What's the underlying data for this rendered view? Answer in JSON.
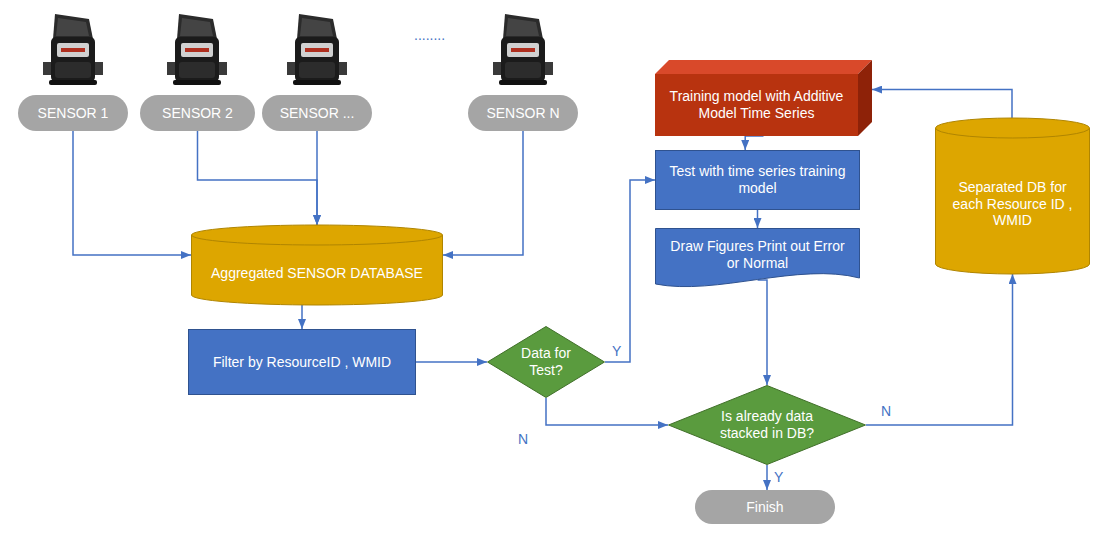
{
  "diagram": {
    "nodes": [
      {
        "text": [
          "SENSOR 1"
        ]
      },
      {
        "text": [
          "SENSOR 2"
        ]
      },
      {
        "text": [
          "SENSOR ..."
        ]
      },
      {
        "text": [
          "SENSOR N"
        ]
      },
      {
        "text": [
          "Aggregated SENSOR DATABASE"
        ]
      },
      {
        "text": [
          "Filter by ResourceID , WMID"
        ]
      },
      {
        "text": [
          "Data for Test?"
        ]
      },
      {
        "text": [
          "Training model with Additive Model Time Series"
        ]
      },
      {
        "text": [
          "Test with time series training model"
        ]
      },
      {
        "text": [
          "Draw Figures Print out Error or Normal"
        ]
      },
      {
        "text": [
          "Is already data stacked in DB?"
        ]
      },
      {
        "text": [
          "Finish"
        ]
      },
      {
        "text": [
          "Separated DB for each Resource ID , WMID"
        ]
      }
    ],
    "edges": [
      {
        "from": 0,
        "to": 4,
        "arrow": "to"
      },
      {
        "from": 1,
        "to": 4,
        "arrow": "to"
      },
      {
        "from": 2,
        "to": 4,
        "arrow": "to"
      },
      {
        "from": 3,
        "to": 4,
        "arrow": "to"
      },
      {
        "from": 4,
        "to": 5,
        "arrow": "to"
      },
      {
        "from": 5,
        "to": 6,
        "arrow": "to"
      },
      {
        "from": 6,
        "to": 8,
        "label": "Y",
        "arrow": "to"
      },
      {
        "from": 6,
        "to": 10,
        "label": "N",
        "arrow": "to"
      },
      {
        "from": 7,
        "to": 8,
        "arrow": "to"
      },
      {
        "from": 8,
        "to": 9,
        "arrow": "to"
      },
      {
        "from": 9,
        "to": 10,
        "arrow": "to"
      },
      {
        "from": 10,
        "to": 11,
        "label": "Y",
        "arrow": "to"
      },
      {
        "from": 10,
        "to": 12,
        "label": "N",
        "arrow": "to"
      },
      {
        "from": 12,
        "to": 7,
        "arrow": "to"
      }
    ],
    "labels": [
      "........"
    ]
  }
}
